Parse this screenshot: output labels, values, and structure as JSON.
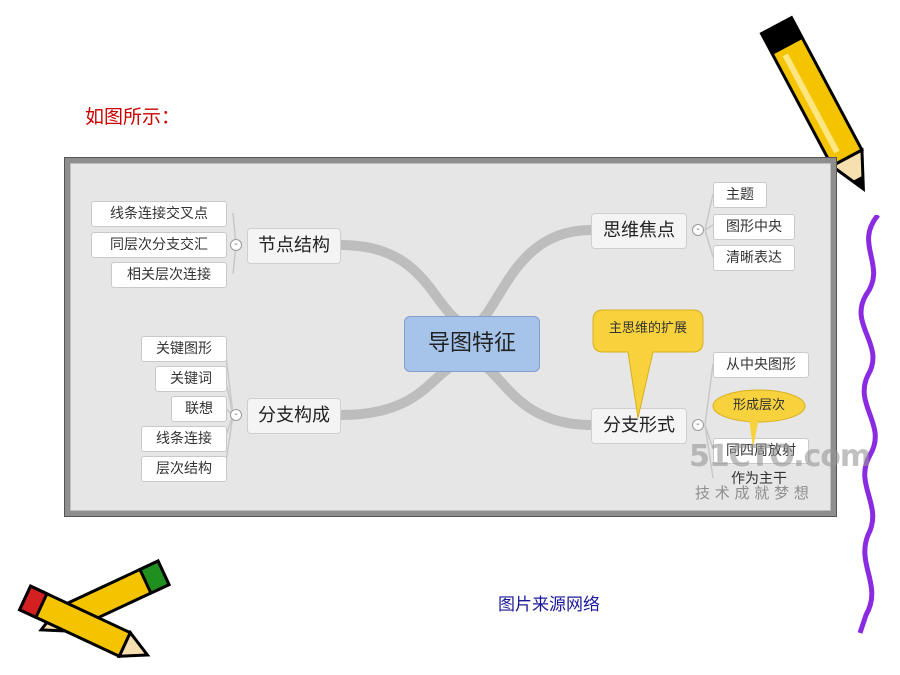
{
  "intro_text": "如图所示：",
  "credit_text": "图片来源网络",
  "mindmap": {
    "center": "导图特征",
    "left": [
      {
        "label": "节点结构",
        "items": [
          "线条连接交叉点",
          "同层次分支交汇",
          "相关层次连接"
        ]
      },
      {
        "label": "分支构成",
        "items": [
          "关键图形",
          "关键词",
          "联想",
          "线条连接",
          "层次结构"
        ]
      }
    ],
    "right": [
      {
        "label": "思维焦点",
        "items": [
          "主题",
          "图形中央",
          "清晰表达"
        ]
      },
      {
        "label": "分支形式",
        "items": [
          "从中央图形",
          "同四周放射",
          "作为主干"
        ]
      }
    ],
    "callouts": [
      "主思维的扩展",
      "形成层次"
    ],
    "watermark": {
      "logo": "51CTO.com",
      "slogan": "技 术 成 就 梦 想"
    }
  },
  "colors": {
    "intro": "#cc0000",
    "credit": "#1a1a99",
    "center_node": "#a6c4ea",
    "callout": "#f7d23c"
  }
}
